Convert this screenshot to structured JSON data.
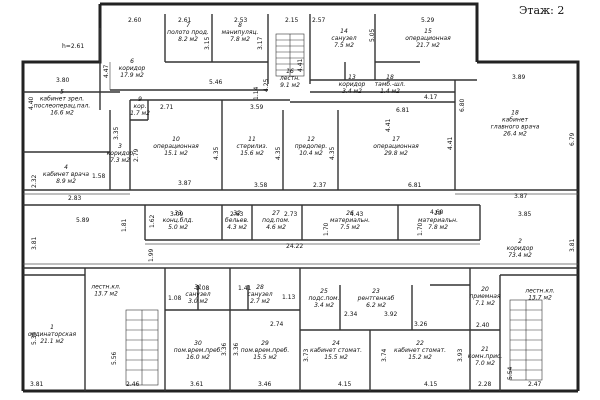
{
  "title": "Этаж: 2",
  "ceiling_height": "h=2.61",
  "rooms": [
    {
      "id": "r7",
      "lines": [
        "7",
        "полото прод.",
        "8.2 м2"
      ]
    },
    {
      "id": "r8",
      "lines": [
        "8",
        "манипуляц.",
        "7.8 м2"
      ]
    },
    {
      "id": "r6",
      "lines": [
        "6",
        "коридор",
        "17.9 м2"
      ]
    },
    {
      "id": "r5",
      "lines": [
        "5",
        "кабинет зрел.",
        "послеоперац.пал.",
        "16.6 м2"
      ]
    },
    {
      "id": "r16",
      "lines": [
        "16",
        "лестн.",
        "9.1 м2"
      ]
    },
    {
      "id": "r14",
      "lines": [
        "14",
        "санузел",
        "7.5 м2"
      ]
    },
    {
      "id": "r15",
      "lines": [
        "15",
        "операционная",
        "21.7 м2"
      ]
    },
    {
      "id": "r13",
      "lines": [
        "13",
        "коридор",
        "3.4 м2"
      ]
    },
    {
      "id": "r18",
      "lines": [
        "18",
        "тамб.-шл.",
        "1.4 м2"
      ]
    },
    {
      "id": "r9",
      "lines": [
        "9",
        "кор.",
        "1.7 м2"
      ]
    },
    {
      "id": "r10",
      "lines": [
        "10",
        "операционная",
        "15.1 м2"
      ]
    },
    {
      "id": "r11",
      "lines": [
        "11",
        "стерилиз.",
        "15.6 м2"
      ]
    },
    {
      "id": "r12",
      "lines": [
        "12",
        "предопер.",
        "10.4 м2"
      ]
    },
    {
      "id": "r17",
      "lines": [
        "17",
        "операционная",
        "29.8 м2"
      ]
    },
    {
      "id": "r19b",
      "lines": [
        "18",
        "кабинет",
        "главного врача",
        "26.4 м2"
      ]
    },
    {
      "id": "r3",
      "lines": [
        "3",
        "коридор",
        "7.3 м2"
      ]
    },
    {
      "id": "r4",
      "lines": [
        "4",
        "кабинет врача",
        "8.9 м2"
      ]
    },
    {
      "id": "r33",
      "lines": [
        "33",
        "конц.блд.",
        "5.0 м2"
      ]
    },
    {
      "id": "r32",
      "lines": [
        "32",
        "бельев.",
        "4.3 м2"
      ]
    },
    {
      "id": "r27",
      "lines": [
        "27",
        "под.пом.",
        "4.6 м2"
      ]
    },
    {
      "id": "r26",
      "lines": [
        "26",
        "материальн.",
        "7.5 м2"
      ]
    },
    {
      "id": "r19",
      "lines": [
        "19",
        "материальн.",
        "7.8 м2"
      ]
    },
    {
      "id": "r2",
      "lines": [
        "2",
        "коридор",
        "73.4 м2"
      ]
    },
    {
      "id": "r1",
      "lines": [
        "1",
        "ординаторская",
        "21.1 м2"
      ]
    },
    {
      "id": "rls1",
      "lines": [
        "лестн.кл.",
        "13.7 м2"
      ]
    },
    {
      "id": "r31",
      "lines": [
        "31",
        "санузел",
        "3.0 м2"
      ]
    },
    {
      "id": "r28",
      "lines": [
        "28",
        "санузел",
        "2.7 м2"
      ]
    },
    {
      "id": "r30",
      "lines": [
        "30",
        "пом.врем.преб.",
        "16.0 м2"
      ]
    },
    {
      "id": "r29",
      "lines": [
        "29",
        "пом.врем.преб.",
        "15.5 м2"
      ]
    },
    {
      "id": "r25",
      "lines": [
        "25",
        "подс.пом.",
        "3.4 м2"
      ]
    },
    {
      "id": "r23",
      "lines": [
        "23",
        "рентгенкаб",
        "6.2 м2"
      ]
    },
    {
      "id": "r24",
      "lines": [
        "24",
        "кабинет стомат.",
        "15.5 м2"
      ]
    },
    {
      "id": "r22",
      "lines": [
        "22",
        "кабинет стомат.",
        "15.2 м2"
      ]
    },
    {
      "id": "r20",
      "lines": [
        "20",
        "приемная",
        "7.1 м2"
      ]
    },
    {
      "id": "r21",
      "lines": [
        "21",
        "комн.прис.",
        "7.0 м2"
      ]
    },
    {
      "id": "rls2",
      "lines": [
        "лестн.кл.",
        "13.7 м2"
      ]
    }
  ],
  "dims_h": [
    {
      "id": "d1",
      "t": "2.60"
    },
    {
      "id": "d2",
      "t": "2.61"
    },
    {
      "id": "d3",
      "t": "2.53"
    },
    {
      "id": "d4",
      "t": "2.15"
    },
    {
      "id": "d5",
      "t": "2.57"
    },
    {
      "id": "d6",
      "t": "5.29"
    },
    {
      "id": "d7",
      "t": "3.80"
    },
    {
      "id": "d8",
      "t": "5.46"
    },
    {
      "id": "d9",
      "t": "3.89"
    },
    {
      "id": "d10",
      "t": "3.59"
    },
    {
      "id": "d11",
      "t": "2.71"
    },
    {
      "id": "d12",
      "t": "6.81"
    },
    {
      "id": "d13",
      "t": "4.17"
    },
    {
      "id": "d14",
      "t": "3.87"
    },
    {
      "id": "d15",
      "t": "3.58"
    },
    {
      "id": "d16",
      "t": "2.37"
    },
    {
      "id": "d17",
      "t": "6.81"
    },
    {
      "id": "d18",
      "t": "3.87"
    },
    {
      "id": "d19",
      "t": "2.83"
    },
    {
      "id": "d20",
      "t": "3.09"
    },
    {
      "id": "d21",
      "t": "2.63"
    },
    {
      "id": "d22",
      "t": "2.73"
    },
    {
      "id": "d23",
      "t": "4.43"
    },
    {
      "id": "d24",
      "t": "4.60"
    },
    {
      "id": "d25",
      "t": "3.85"
    },
    {
      "id": "d26",
      "t": "5.89"
    },
    {
      "id": "d27",
      "t": "24.22"
    },
    {
      "id": "d28",
      "t": "2.08"
    },
    {
      "id": "d29",
      "t": "1.41"
    },
    {
      "id": "d30",
      "t": "1.08"
    },
    {
      "id": "d31",
      "t": "1.13"
    },
    {
      "id": "d32",
      "t": "2.34"
    },
    {
      "id": "d33",
      "t": "3.92"
    },
    {
      "id": "d34",
      "t": "3.26"
    },
    {
      "id": "d35",
      "t": "2.40"
    },
    {
      "id": "d36",
      "t": "3.81"
    },
    {
      "id": "d37",
      "t": "2.46"
    },
    {
      "id": "d38",
      "t": "3.61"
    },
    {
      "id": "d39",
      "t": "3.46"
    },
    {
      "id": "d40",
      "t": "4.15"
    },
    {
      "id": "d41",
      "t": "4.15"
    },
    {
      "id": "d42",
      "t": "2.28"
    },
    {
      "id": "d43",
      "t": "2.47"
    },
    {
      "id": "d44",
      "t": "1.58"
    },
    {
      "id": "d45",
      "t": "2.74"
    }
  ],
  "dims_v": [
    {
      "id": "v1",
      "t": "4.47"
    },
    {
      "id": "v2",
      "t": "3.15"
    },
    {
      "id": "v3",
      "t": "3.17"
    },
    {
      "id": "v4",
      "t": "4.40"
    },
    {
      "id": "v5",
      "t": "3.35"
    },
    {
      "id": "v6",
      "t": "2.79"
    },
    {
      "id": "v7",
      "t": "4.35"
    },
    {
      "id": "v8",
      "t": "4.35"
    },
    {
      "id": "v9",
      "t": "4.35"
    },
    {
      "id": "v10",
      "t": "4.41"
    },
    {
      "id": "v11",
      "t": "6.80"
    },
    {
      "id": "v12",
      "t": "6.79"
    },
    {
      "id": "v13",
      "t": "2.32"
    },
    {
      "id": "v14",
      "t": "3.81"
    },
    {
      "id": "v15",
      "t": "3.81"
    },
    {
      "id": "v16",
      "t": "1.62"
    },
    {
      "id": "v17",
      "t": "1.70"
    },
    {
      "id": "v18",
      "t": "1.70"
    },
    {
      "id": "v19",
      "t": "5.35"
    },
    {
      "id": "v20",
      "t": "5.56"
    },
    {
      "id": "v21",
      "t": "3.73"
    },
    {
      "id": "v22",
      "t": "3.74"
    },
    {
      "id": "v23",
      "t": "3.93"
    },
    {
      "id": "v24",
      "t": "5.54"
    },
    {
      "id": "v25",
      "t": "3.36"
    },
    {
      "id": "v26",
      "t": "3.36"
    },
    {
      "id": "v27",
      "t": "4.41"
    },
    {
      "id": "v28",
      "t": "4.41"
    },
    {
      "id": "v29",
      "t": "1.99"
    },
    {
      "id": "v30",
      "t": "1.81"
    },
    {
      "id": "v31",
      "t": "4.25"
    },
    {
      "id": "v32",
      "t": "5.05"
    },
    {
      "id": "v33",
      "t": "1.14"
    }
  ]
}
